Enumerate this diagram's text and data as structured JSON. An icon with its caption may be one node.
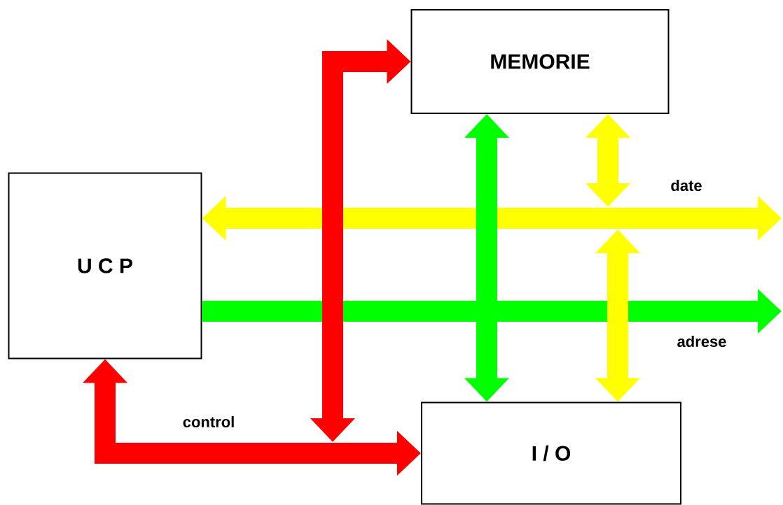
{
  "diagram": {
    "nodes": [
      {
        "text": [
          "MEMORIE"
        ]
      },
      {
        "text": [
          "U C P"
        ]
      },
      {
        "text": [
          "I / O"
        ]
      }
    ],
    "edges": [
      {
        "from": 1,
        "to": null,
        "arrow": "both",
        "label": "date",
        "color": "#ffff00"
      },
      {
        "from": 1,
        "to": null,
        "arrow": "to",
        "label": "adrese",
        "color": "#00ff00"
      },
      {
        "from": 0,
        "to": null,
        "arrow": "both",
        "color": "#ffff00"
      },
      {
        "from": 2,
        "to": null,
        "arrow": "both",
        "color": "#ffff00"
      },
      {
        "from": 0,
        "to": 2,
        "arrow": "both",
        "color": "#00ff00"
      },
      {
        "from": 1,
        "to": 2,
        "arrow": "both",
        "label": "control",
        "color": "#ff0000"
      },
      {
        "from": null,
        "to": 0,
        "arrow": "both",
        "color": "#ff0000"
      }
    ]
  }
}
